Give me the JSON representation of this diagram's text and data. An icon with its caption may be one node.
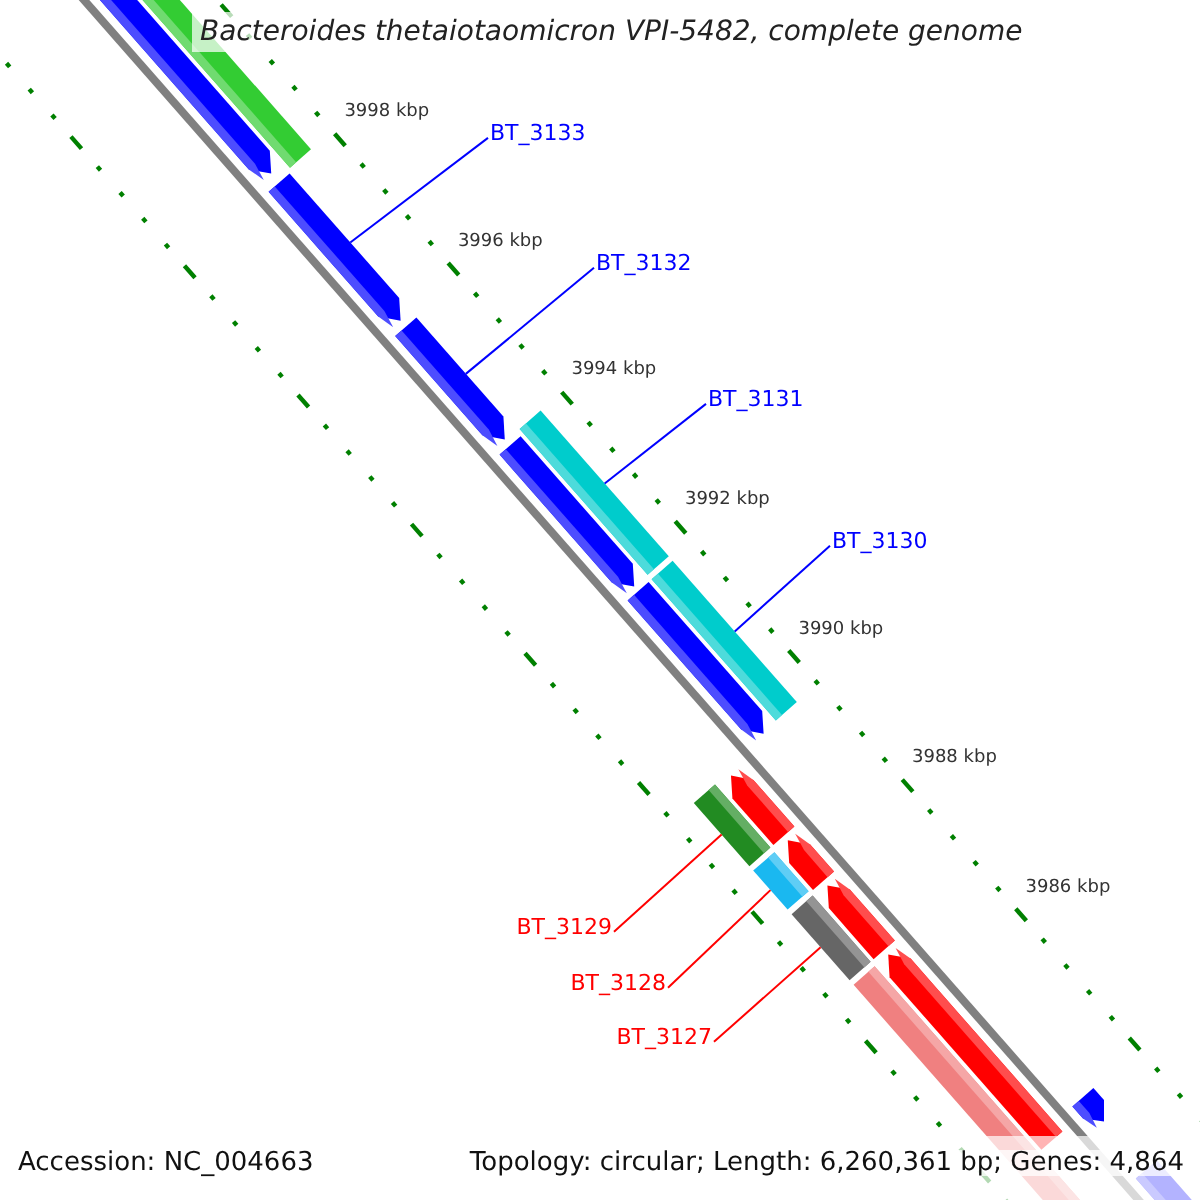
{
  "diagram": {
    "title": "Bacteroides thetaiotaomicron VPI-5482, complete genome",
    "nodes": [
      {
        "text": [
          "BT_3133"
        ]
      },
      {
        "text": [],
        "shape": "arrow"
      },
      {
        "text": [
          "BT_3132"
        ]
      },
      {
        "text": [],
        "shape": "arrow"
      },
      {
        "text": [
          "BT_3131"
        ]
      },
      {
        "text": [],
        "shape": "bar"
      },
      {
        "text": [
          "BT_3130"
        ]
      },
      {
        "text": [],
        "shape": "bar"
      },
      {
        "text": [
          "BT_3129"
        ]
      },
      {
        "text": [],
        "shape": "bar"
      },
      {
        "text": [
          "BT_3128"
        ]
      },
      {
        "text": [],
        "shape": "bar"
      },
      {
        "text": [
          "BT_3127"
        ]
      },
      {
        "text": [],
        "shape": "bar"
      }
    ],
    "edges": [
      {
        "from": 0,
        "to": 1,
        "arrow": "none"
      },
      {
        "from": 2,
        "to": 3,
        "arrow": "none"
      },
      {
        "from": 4,
        "to": 5,
        "arrow": "none"
      },
      {
        "from": 6,
        "to": 7,
        "arrow": "none"
      },
      {
        "from": 8,
        "to": 9,
        "arrow": "none",
        "color": "#ff0000"
      },
      {
        "from": 10,
        "to": 11,
        "arrow": "none",
        "color": "#ff0000"
      },
      {
        "from": 12,
        "to": 13,
        "arrow": "none",
        "color": "#ff0000"
      }
    ],
    "labels": [
      "3998 kbp",
      "3996 kbp",
      "3994 kbp",
      "3992 kbp",
      "3990 kbp",
      "3988 kbp",
      "3986 kbp",
      "Accession: NC_004663",
      "Topology: circular; Length: 6,260,361 bp; Genes: 4,864"
    ]
  }
}
